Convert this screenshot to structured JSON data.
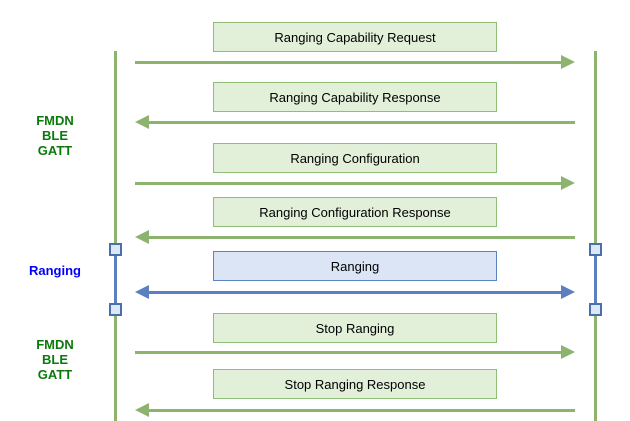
{
  "diagram": {
    "type": "sequence-diagram",
    "phases": {
      "top": {
        "lines": [
          "FMDN",
          "BLE",
          "GATT"
        ],
        "color": "#0B7A0B"
      },
      "middle": {
        "lines": [
          "Ranging"
        ],
        "color": "#0000FF"
      },
      "bottom": {
        "lines": [
          "FMDN",
          "BLE",
          "GATT"
        ],
        "color": "#0B7A0B"
      }
    },
    "messages": [
      {
        "label": "Ranging Capability Request",
        "direction": "right",
        "style": "green"
      },
      {
        "label": "Ranging Capability Response",
        "direction": "left",
        "style": "green"
      },
      {
        "label": "Ranging Configuration",
        "direction": "right",
        "style": "green"
      },
      {
        "label": "Ranging Configuration Response",
        "direction": "left",
        "style": "green"
      },
      {
        "label": "Ranging",
        "direction": "both",
        "style": "blue"
      },
      {
        "label": "Stop Ranging",
        "direction": "right",
        "style": "green"
      },
      {
        "label": "Stop Ranging Response",
        "direction": "left",
        "style": "green"
      }
    ],
    "colors": {
      "green_line": "#8DB46E",
      "green_box_fill": "#E2EFD9",
      "green_box_border": "#8FBE77",
      "green_text": "#0B7A0B",
      "blue_line": "#5B7FBF",
      "blue_box_fill": "#DBE5F5",
      "blue_box_border": "#5B83C0",
      "blue_text": "#0000FF",
      "activation_square_fill": "#DBE8F8",
      "activation_square_border": "#4A70AB",
      "background": "#FFFFFF"
    }
  }
}
